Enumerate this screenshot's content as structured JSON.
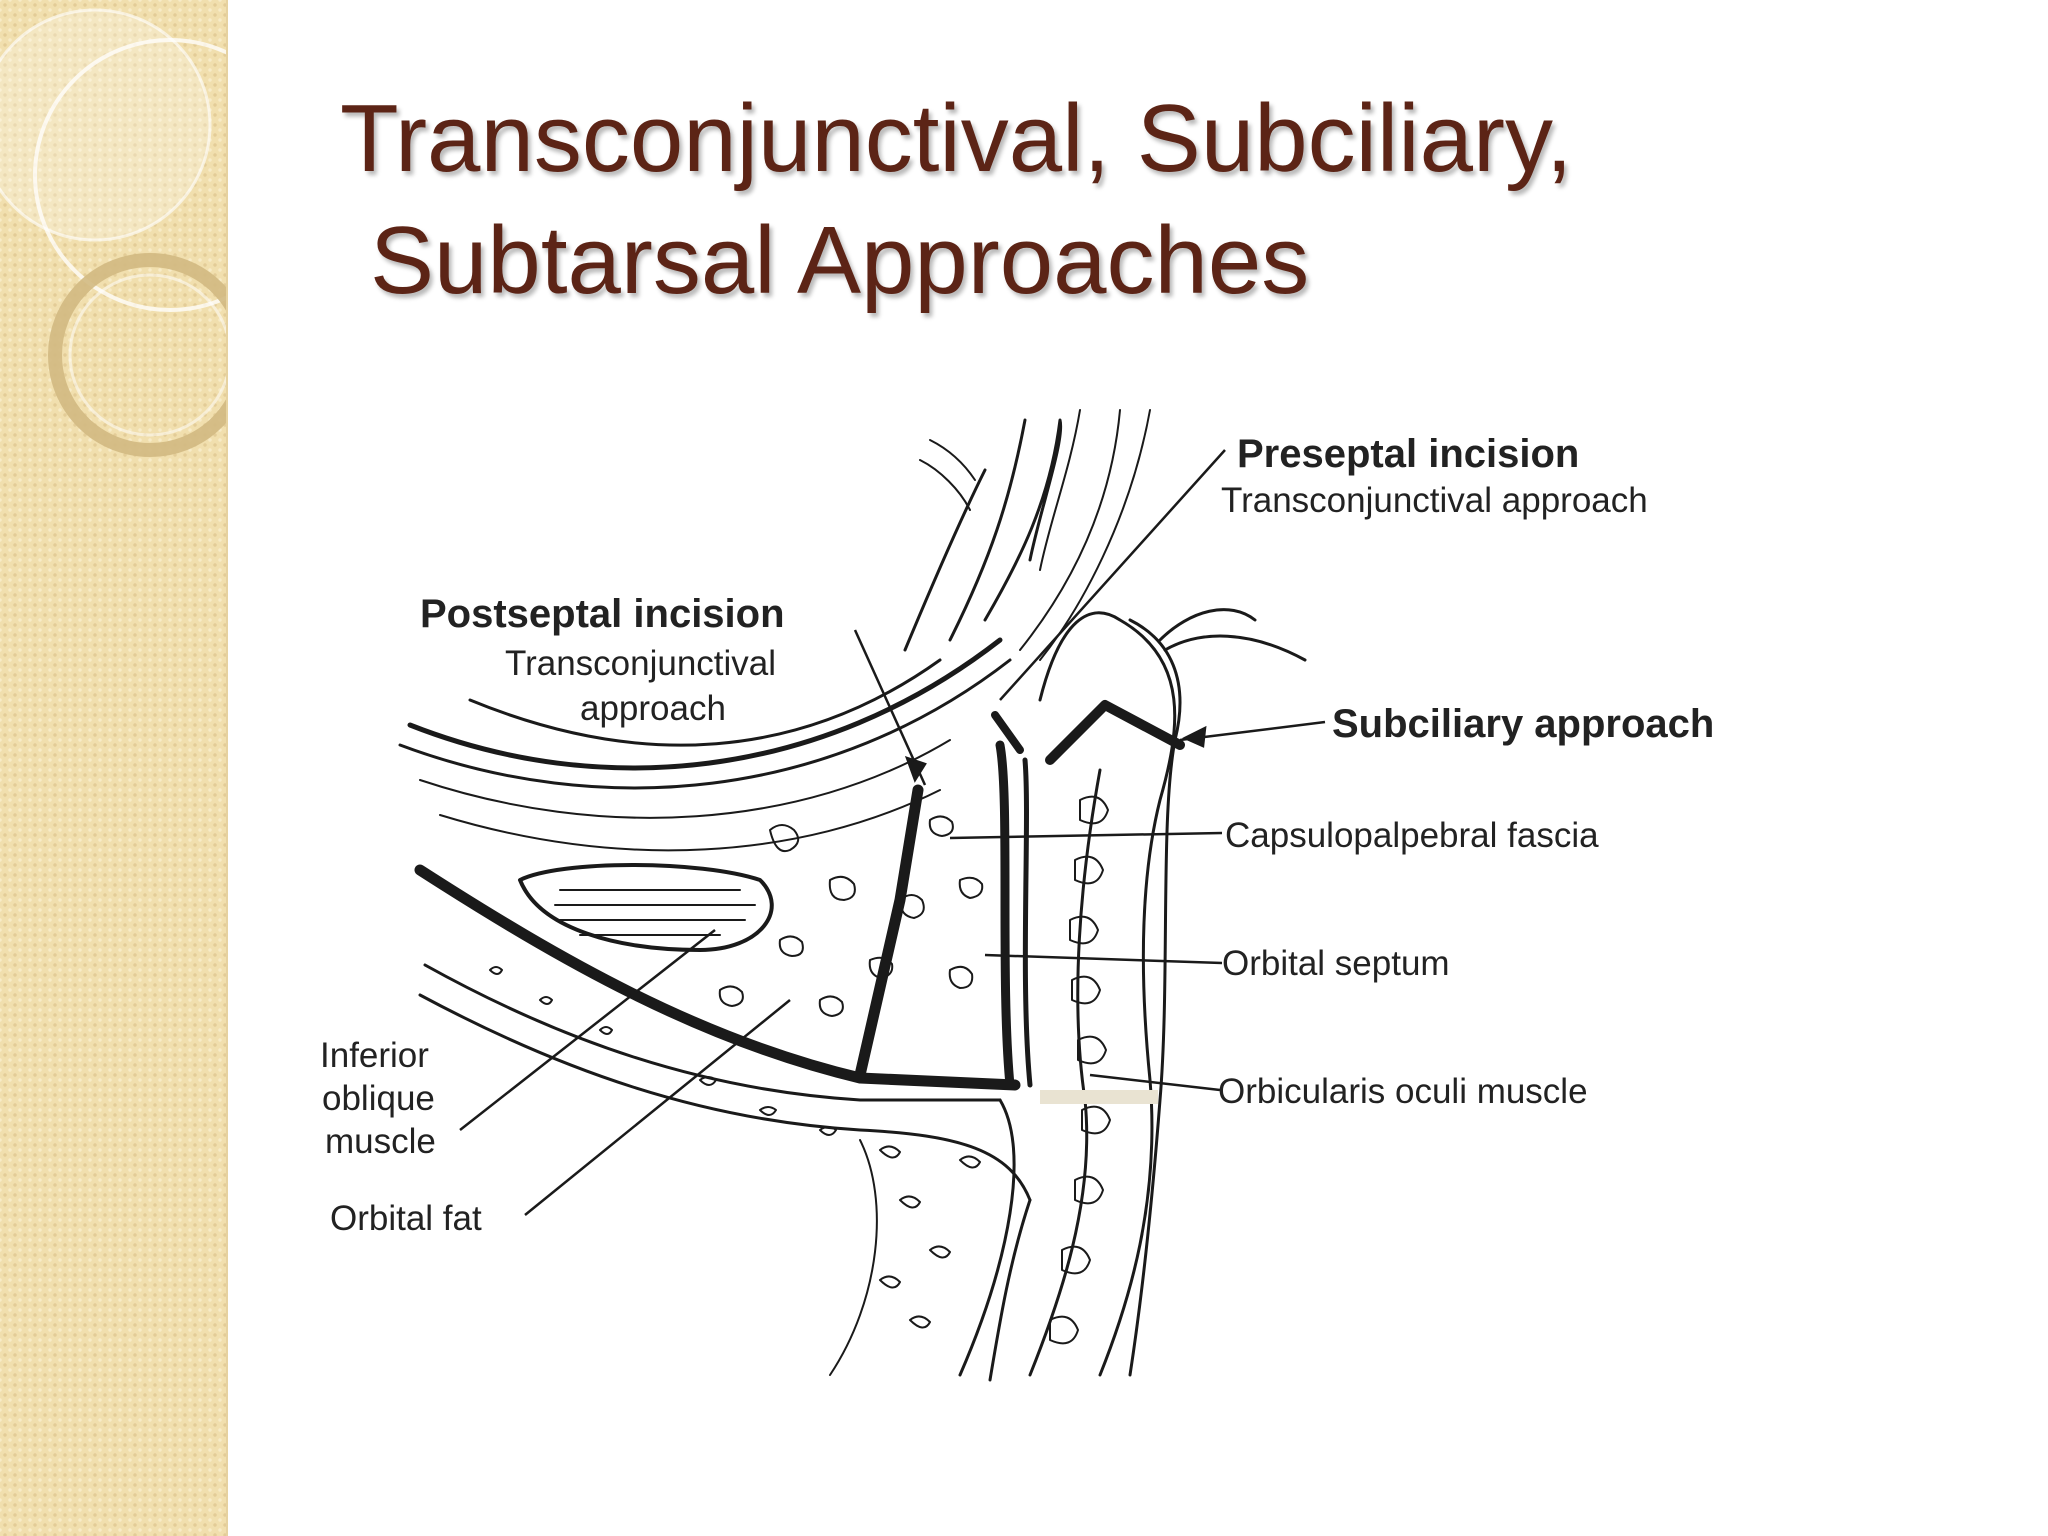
{
  "slide": {
    "title_line1": "Transconjunctival, Subciliary,",
    "title_line2": "Subtarsal Approaches"
  },
  "colors": {
    "title": "#5c2416",
    "side_panel": "#f1dfae",
    "ink": "#222222"
  },
  "labels": {
    "preseptal_title": "Preseptal incision",
    "preseptal_sub": "Transconjunctival approach",
    "postseptal_title": "Postseptal incision",
    "postseptal_sub1": "Transconjunctival",
    "postseptal_sub2": "approach",
    "subciliary": "Subciliary approach",
    "capsulopalpebral": "Capsulopalpebral fascia",
    "orbital_septum": "Orbital septum",
    "orbicularis": "Orbicularis oculi muscle",
    "inferior_oblique_1": "Inferior",
    "inferior_oblique_2": "oblique",
    "inferior_oblique_3": "muscle",
    "orbital_fat": "Orbital fat"
  }
}
